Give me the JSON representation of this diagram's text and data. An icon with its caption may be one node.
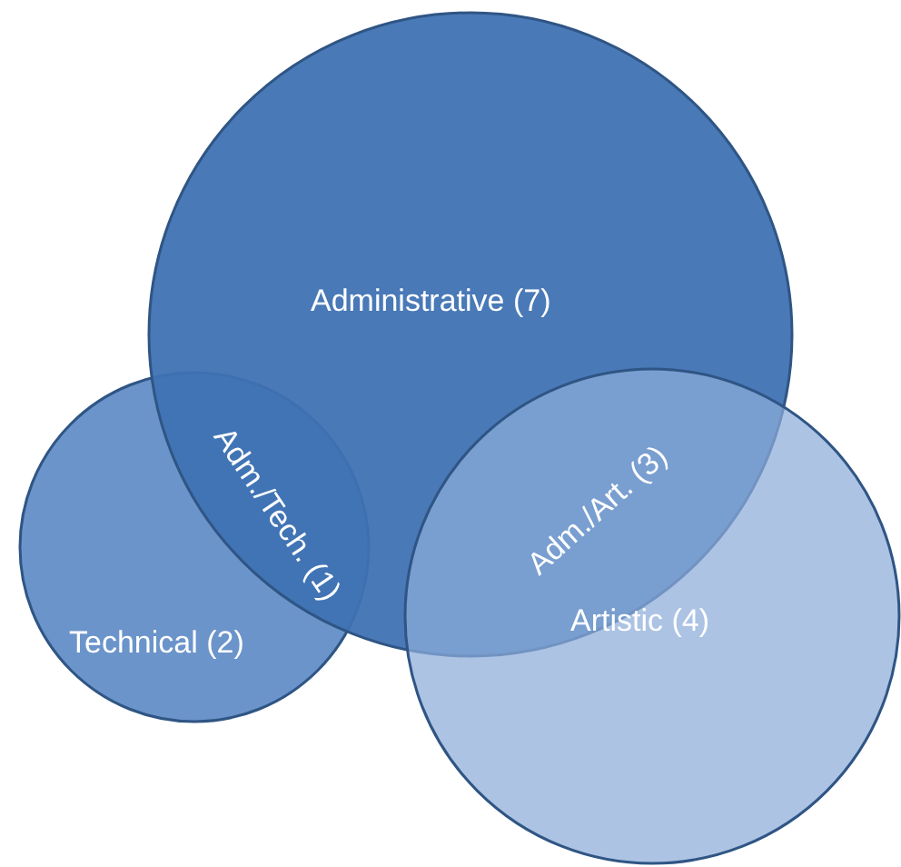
{
  "diagram": {
    "nodes": [
      {
        "text": [
          "Administrative (7)"
        ]
      },
      {
        "text": [
          "Technical (2)"
        ]
      },
      {
        "text": [
          "Artistic (4)"
        ]
      }
    ],
    "labels": [
      "Adm./Tech. (1)",
      "Adm./Art. (3)"
    ]
  }
}
